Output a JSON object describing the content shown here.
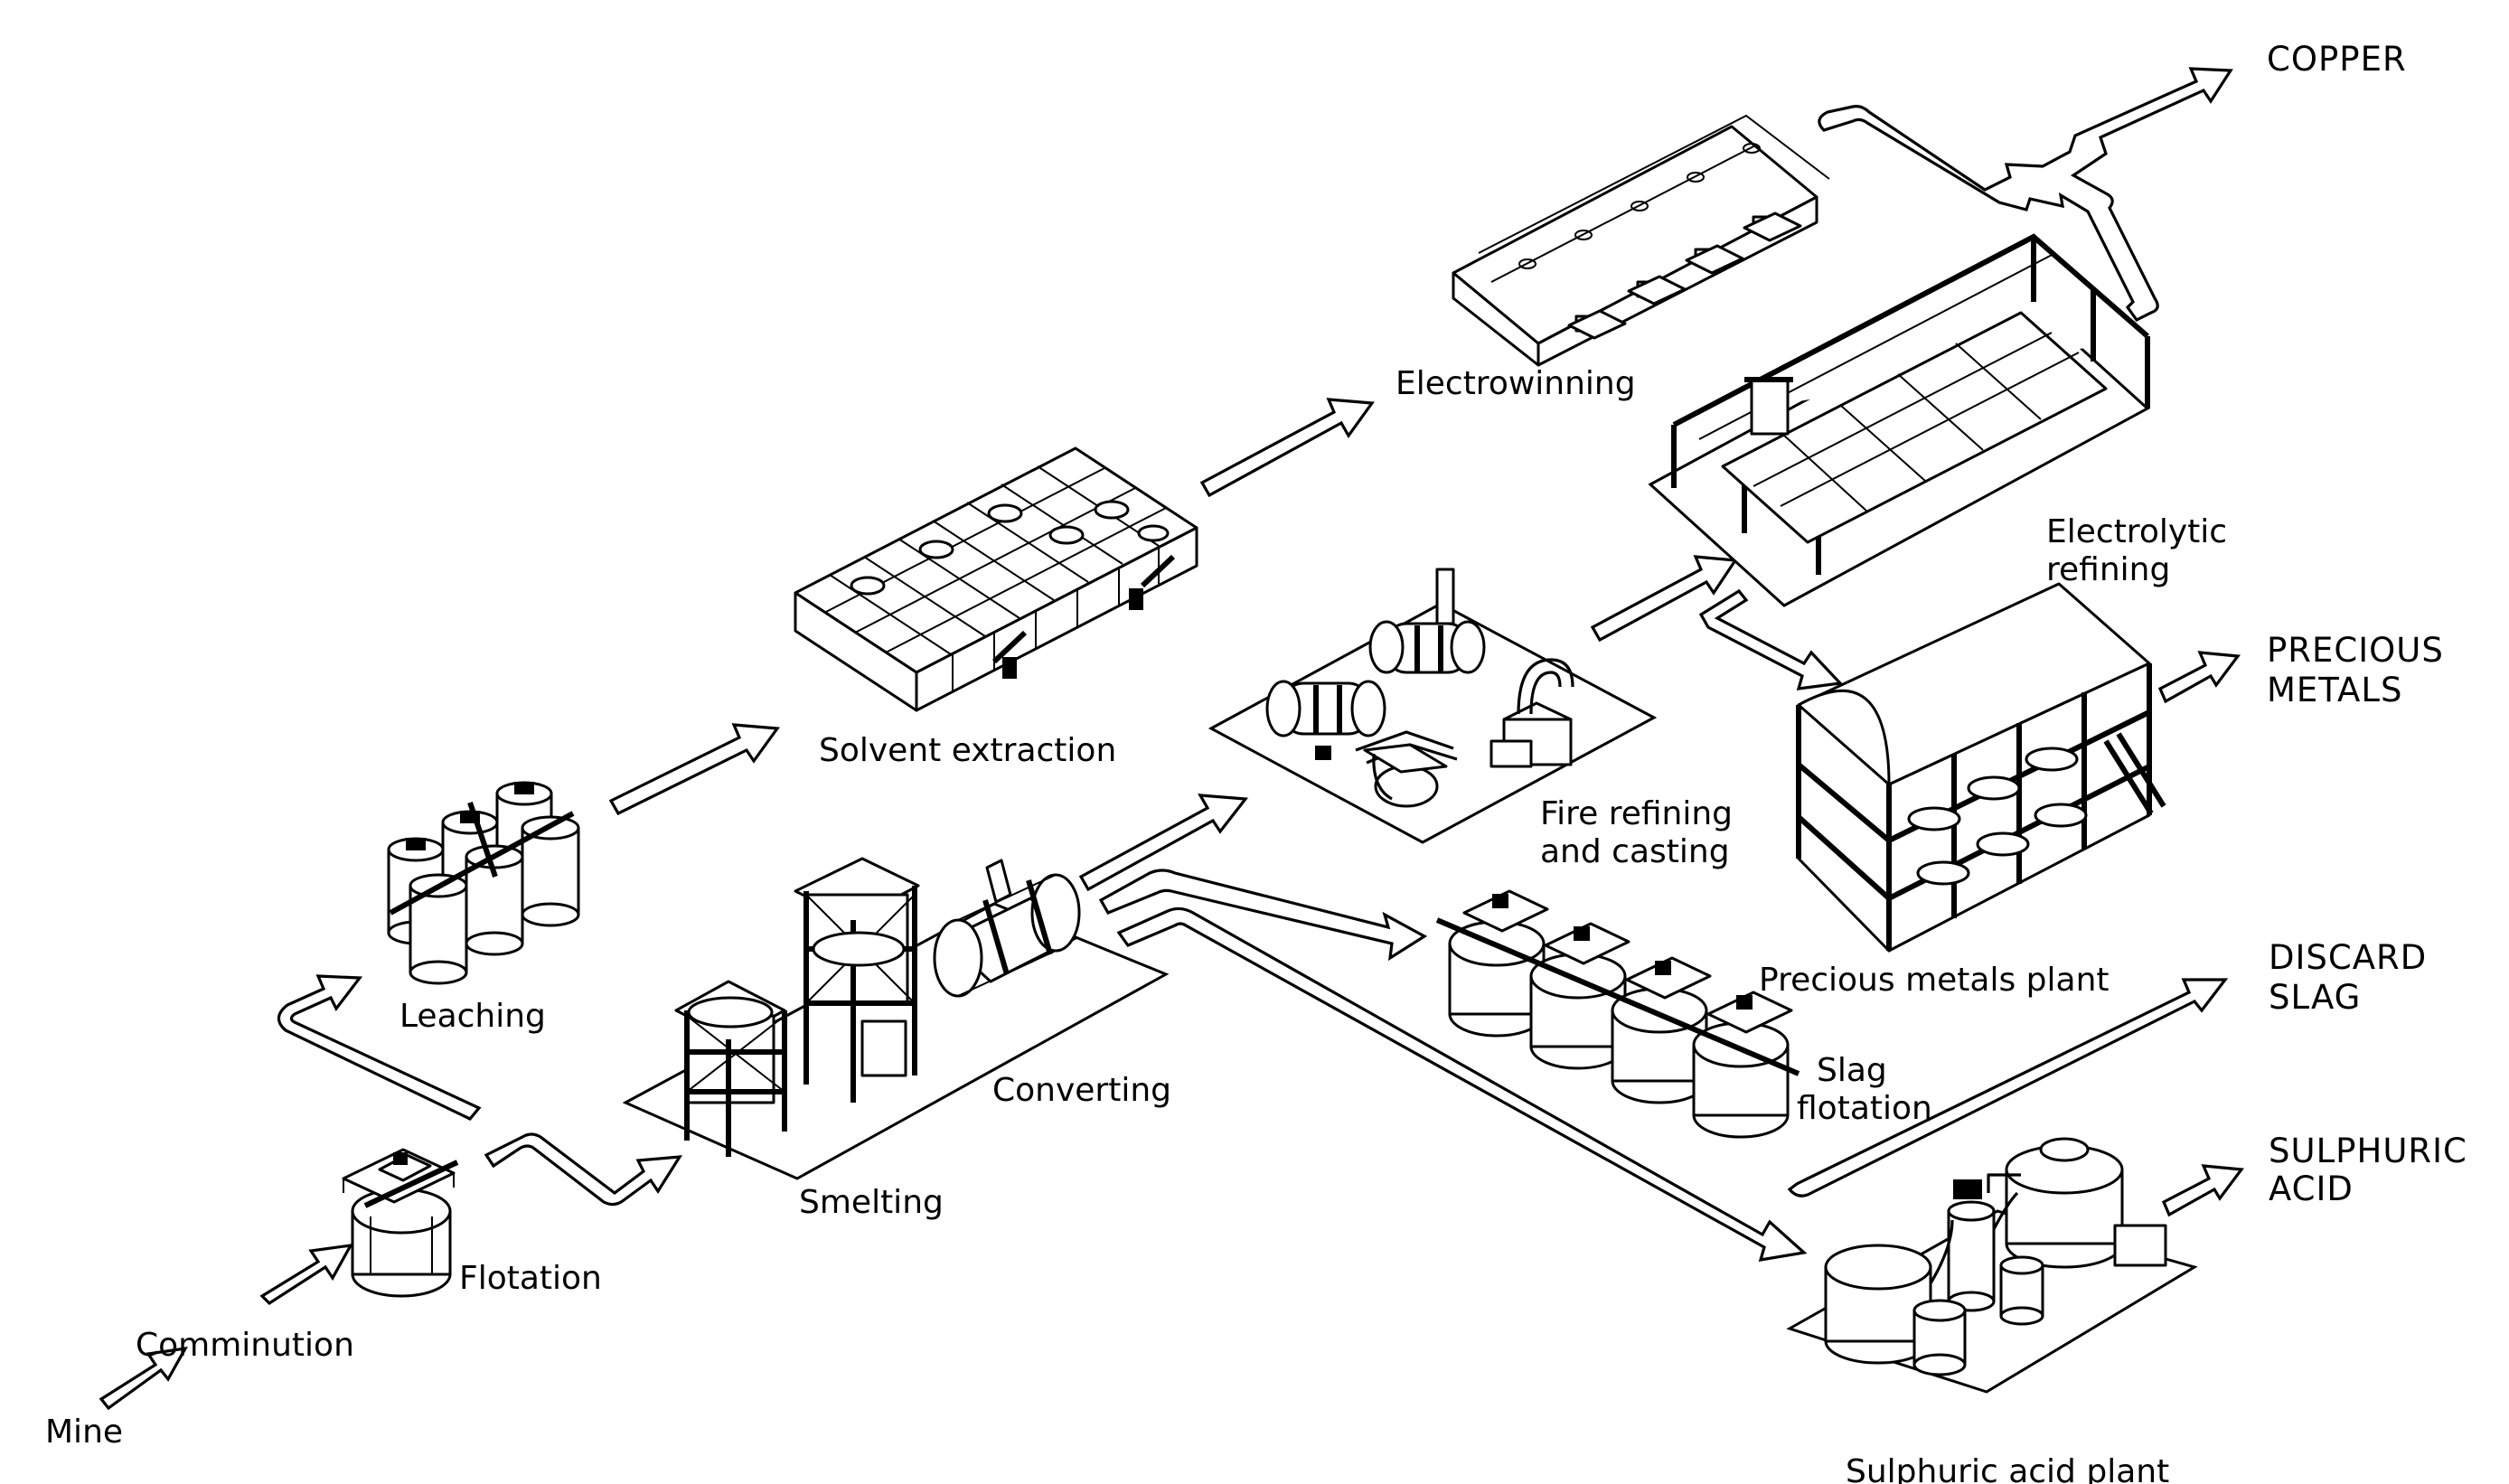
{
  "labels": {
    "mine": "Mine",
    "comminution": "Comminution",
    "flotation": "Flotation",
    "leaching": "Leaching",
    "smelting": "Smelting",
    "converting": "Converting",
    "solvent_extraction": "Solvent extraction",
    "electrowinning": "Electrowinning",
    "electrolytic_refining_1": "Electrolytic",
    "electrolytic_refining_2": "refining",
    "fire_refining_1": "Fire refining",
    "fire_refining_2": "and casting",
    "precious_metals_plant": "Precious metals plant",
    "slag_flotation_1": "Slag",
    "slag_flotation_2": "flotation",
    "sulphuric_acid_plant": "Sulphuric acid plant"
  },
  "outputs": {
    "copper": "COPPER",
    "precious_metals_1": "PRECIOUS",
    "precious_metals_2": "METALS",
    "discard_slag_1": "DISCARD",
    "discard_slag_2": "SLAG",
    "sulphuric_acid_1": "SULPHURIC",
    "sulphuric_acid_2": "ACID"
  }
}
